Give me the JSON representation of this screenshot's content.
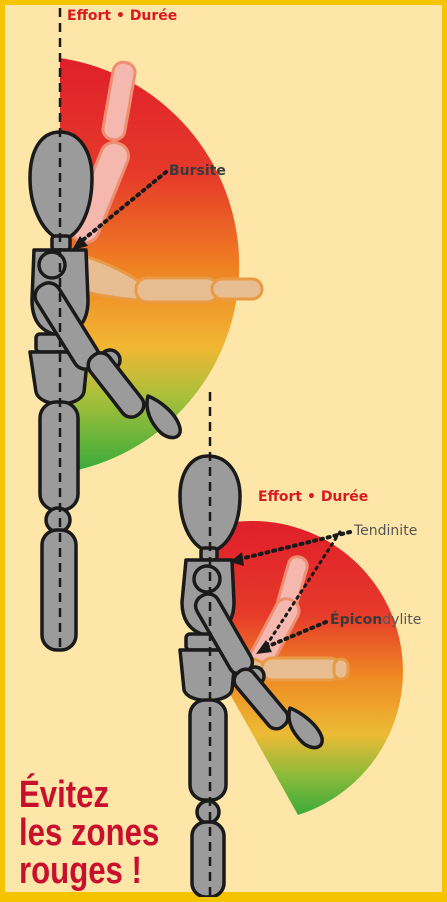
{
  "colors": {
    "frame": "#f5c400",
    "background": "#fde6a8",
    "zone_red": "#e22a2b",
    "zone_orange": "#ef7d22",
    "zone_yellow": "#f4c63c",
    "zone_green": "#3fae3a",
    "figure_gray": "#9a9a9a",
    "arm_pink": "#f4b8ae",
    "arm_tan": "#e8bd92",
    "tagline": "#c8102e"
  },
  "figure_top": {
    "range_label": "Effort • Durée",
    "pointer_label": "Bursite"
  },
  "figure_bottom": {
    "range_label": "Effort • Durée",
    "pointer_label_1": "Tendinite",
    "pointer_label_2_bold": "Épicon",
    "pointer_label_2_rest": "dylite"
  },
  "tagline": {
    "line1": "Évitez",
    "line2": "les zones",
    "line3": "rouges !"
  }
}
